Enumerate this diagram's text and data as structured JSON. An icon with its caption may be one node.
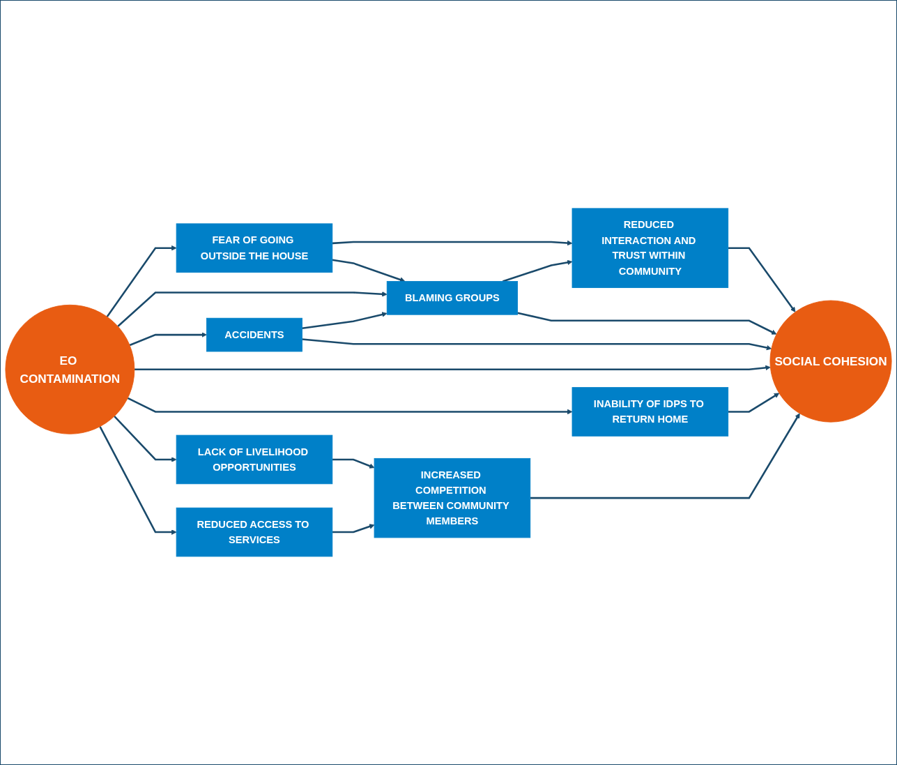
{
  "diagram": {
    "nodes": [
      {
        "text": [
          "FEAR OF GOING OUTSIDE THE HOUSE"
        ]
      },
      {
        "text": [
          "BLAMING GROUPS"
        ]
      },
      {
        "text": [
          "REDUCED INTERACTION AND TRUST WITHIN COMMUNITY"
        ]
      },
      {
        "text": [
          "EO CONTAMINATION"
        ]
      },
      {
        "text": [
          "ACCIDENTS"
        ]
      },
      {
        "text": [
          "SOCIAL COHESION"
        ]
      },
      {
        "text": [
          "INABILITY OF IDPS TO RETURN HOME"
        ]
      },
      {
        "text": [
          "LACK OF LIVELIHOOD OPPORTUNITIES"
        ]
      },
      {
        "text": [
          "REDUCED ACCESS TO SERVICES"
        ]
      },
      {
        "text": [
          "INCREASED COMPETITION BETWEEN COMMUNITY MEMBERS"
        ]
      }
    ],
    "edges": [
      {
        "from": 3,
        "to": 0,
        "arrow": "to"
      },
      {
        "from": 0,
        "to": 2,
        "arrow": "to"
      },
      {
        "from": 0,
        "to": 1,
        "arrow": "to"
      },
      {
        "from": 3,
        "to": 1,
        "arrow": "to"
      },
      {
        "from": 1,
        "to": 2,
        "arrow": "to"
      },
      {
        "from": 4,
        "to": 1,
        "arrow": "to"
      },
      {
        "from": 1,
        "to": 5,
        "arrow": "to"
      },
      {
        "from": 2,
        "to": 5,
        "arrow": "to"
      },
      {
        "from": 3,
        "to": 4,
        "arrow": "to"
      },
      {
        "from": 4,
        "to": 5,
        "arrow": "to"
      },
      {
        "from": 3,
        "to": 5,
        "arrow": "to"
      },
      {
        "from": 3,
        "to": 6,
        "arrow": "to"
      },
      {
        "from": 6,
        "to": 5,
        "arrow": "to"
      },
      {
        "from": 3,
        "to": 7,
        "arrow": "to"
      },
      {
        "from": 7,
        "to": 9,
        "arrow": "to"
      },
      {
        "from": 3,
        "to": 8,
        "arrow": "to"
      },
      {
        "from": 8,
        "to": 9,
        "arrow": "to"
      },
      {
        "from": 9,
        "to": 5,
        "arrow": "to"
      }
    ]
  }
}
